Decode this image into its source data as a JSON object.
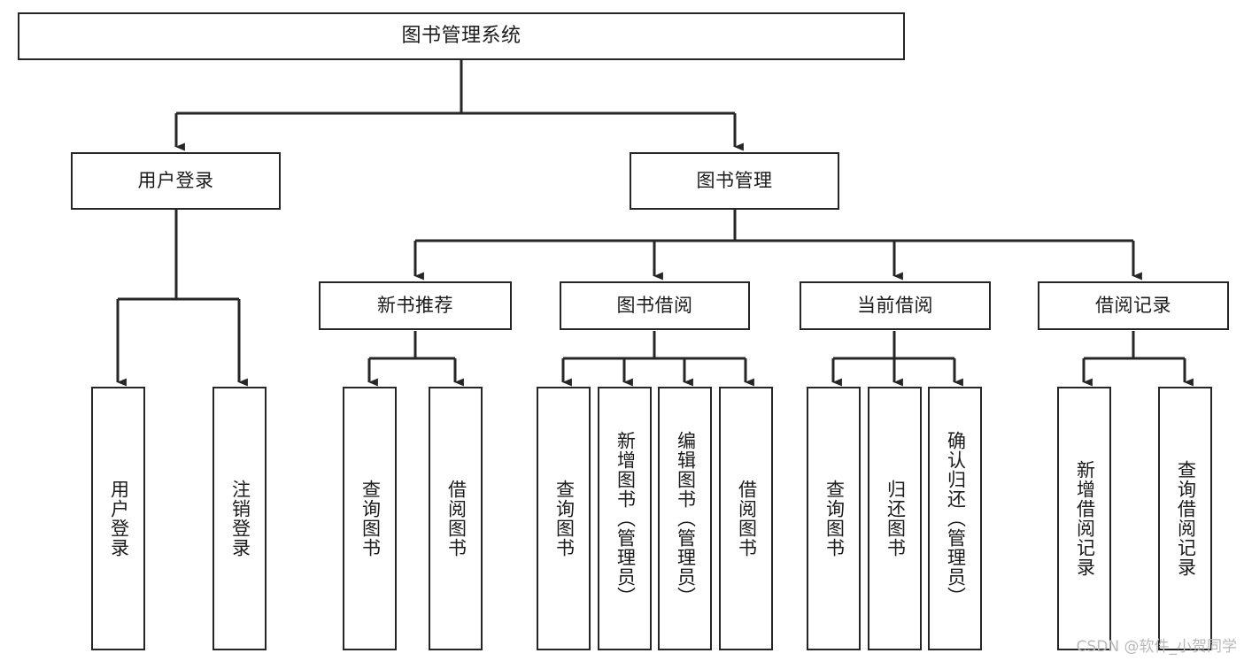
{
  "diagram": {
    "title": "图书管理系统",
    "type": "tree-structure-chart",
    "watermark": "CSDN @软件_小贺同学",
    "colors": {
      "box_border": "#262626",
      "box_fill": "#ffffff",
      "edge": "#262626",
      "text": "#1b1b1b",
      "watermark": "#b9b9b9",
      "background": "#ffffff"
    },
    "nodes": {
      "root": {
        "label": "图书管理系统"
      },
      "level2": [
        {
          "id": "user-login",
          "label": "用户登录"
        },
        {
          "id": "book-management",
          "label": "图书管理"
        }
      ],
      "level3": [
        {
          "id": "new-book-recommend",
          "label": "新书推荐"
        },
        {
          "id": "book-borrow",
          "label": "图书借阅"
        },
        {
          "id": "current-borrow",
          "label": "当前借阅"
        },
        {
          "id": "borrow-record",
          "label": "借阅记录"
        }
      ],
      "leaves": {
        "user-login": [
          {
            "id": "leaf-user-login",
            "label": "用户登录"
          },
          {
            "id": "leaf-user-logout",
            "label": "注销登录"
          }
        ],
        "new-book-recommend": [
          {
            "id": "leaf-query-book-1",
            "label": "查询图书"
          },
          {
            "id": "leaf-borrow-book-1",
            "label": "借阅图书"
          }
        ],
        "book-borrow": [
          {
            "id": "leaf-query-book-2",
            "label": "查询图书"
          },
          {
            "id": "leaf-add-book-admin",
            "label": "新增图书（管理员）"
          },
          {
            "id": "leaf-edit-book-admin",
            "label": "编辑图书（管理员）"
          },
          {
            "id": "leaf-borrow-book-2",
            "label": "借阅图书"
          }
        ],
        "current-borrow": [
          {
            "id": "leaf-query-book-3",
            "label": "查询图书"
          },
          {
            "id": "leaf-return-book",
            "label": "归还图书"
          },
          {
            "id": "leaf-confirm-return-admin",
            "label": "确认归还（管理员）"
          }
        ],
        "borrow-record": [
          {
            "id": "leaf-add-borrow-record",
            "label": "新增借阅记录"
          },
          {
            "id": "leaf-query-borrow-record",
            "label": "查询借阅记录"
          }
        ]
      }
    }
  }
}
